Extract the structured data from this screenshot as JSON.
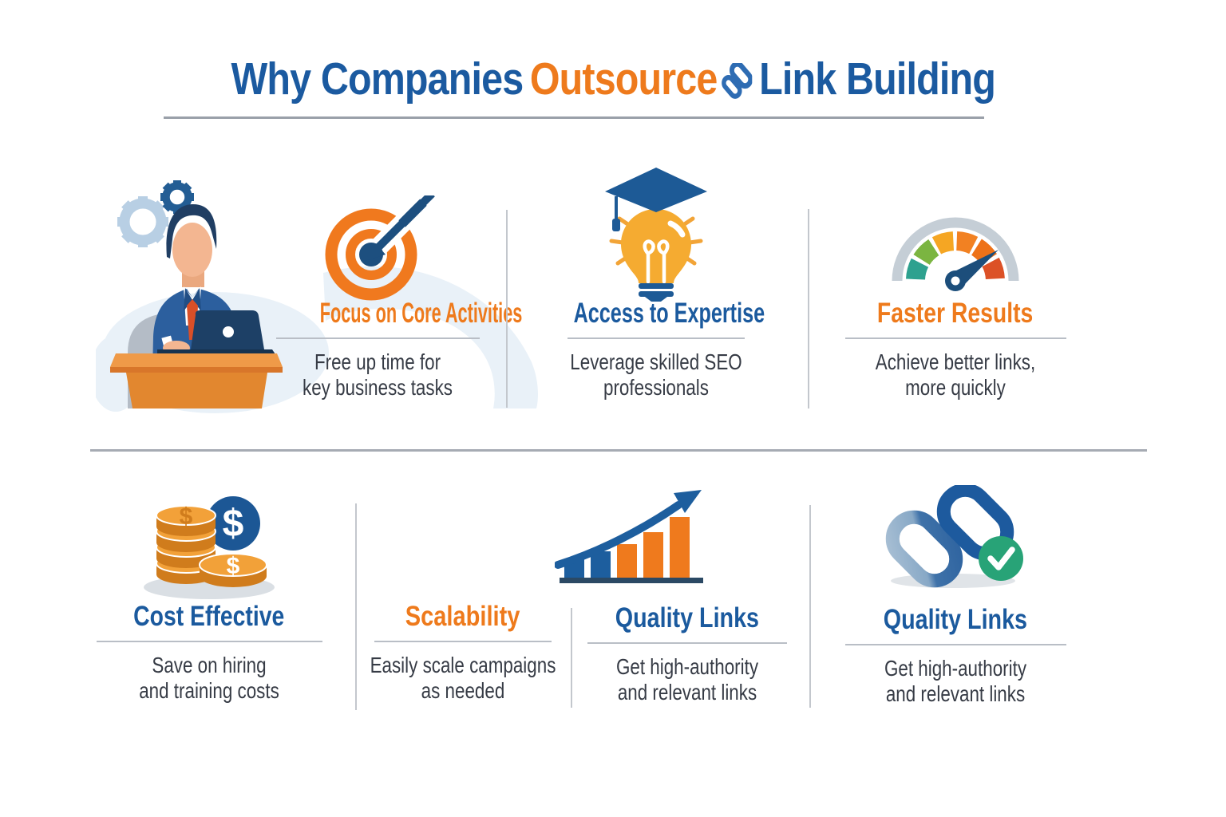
{
  "title": {
    "part1": "Why Companies",
    "part2": "Outsource",
    "part3": "Link Building"
  },
  "sections": [
    {
      "id": "focus",
      "heading": "Focus on Core Activities",
      "color": "orange",
      "desc_line1": "Free up time for",
      "desc_line2": "key business tasks",
      "icon": "target-dart-icon"
    },
    {
      "id": "expertise",
      "heading": "Access to Expertise",
      "color": "blue",
      "desc_line1": "Leverage skilled SEO",
      "desc_line2": "professionals",
      "icon": "lightbulb-graduation-icon"
    },
    {
      "id": "faster",
      "heading": "Faster Results",
      "color": "orange",
      "desc_line1": "Achieve better links,",
      "desc_line2": "more quickly",
      "icon": "speedometer-icon"
    },
    {
      "id": "cost",
      "heading": "Cost Effective",
      "color": "blue",
      "desc_line1": "Save on hiring",
      "desc_line2": "and training costs",
      "icon": "coins-icon"
    },
    {
      "id": "scalability",
      "heading": "Scalability",
      "color": "orange",
      "desc_line1": "Easily scale campaigns",
      "desc_line2": "as needed",
      "icon": ""
    },
    {
      "id": "quality-1",
      "heading": "Quality Links",
      "color": "blue",
      "desc_line1": "Get high-authority",
      "desc_line2": "and relevant links",
      "icon": "growth-bars-arrow-icon"
    },
    {
      "id": "quality-2",
      "heading": "Quality Links",
      "color": "blue",
      "desc_line1": "Get high-authority",
      "desc_line2": "and relevant links",
      "icon": "chain-link-check-icon"
    }
  ],
  "icons": {
    "dollar": "$",
    "title_link_icon": "chain-link-icon"
  },
  "colors": {
    "title_blue": "#1b5aa0",
    "title_orange": "#ee7a1c",
    "heading_blue": "#1b5a9e",
    "heading_orange": "#ee7a1c",
    "body_text": "#363b45",
    "divider_gray": "#b9bec6",
    "check_green": "#28a377"
  }
}
